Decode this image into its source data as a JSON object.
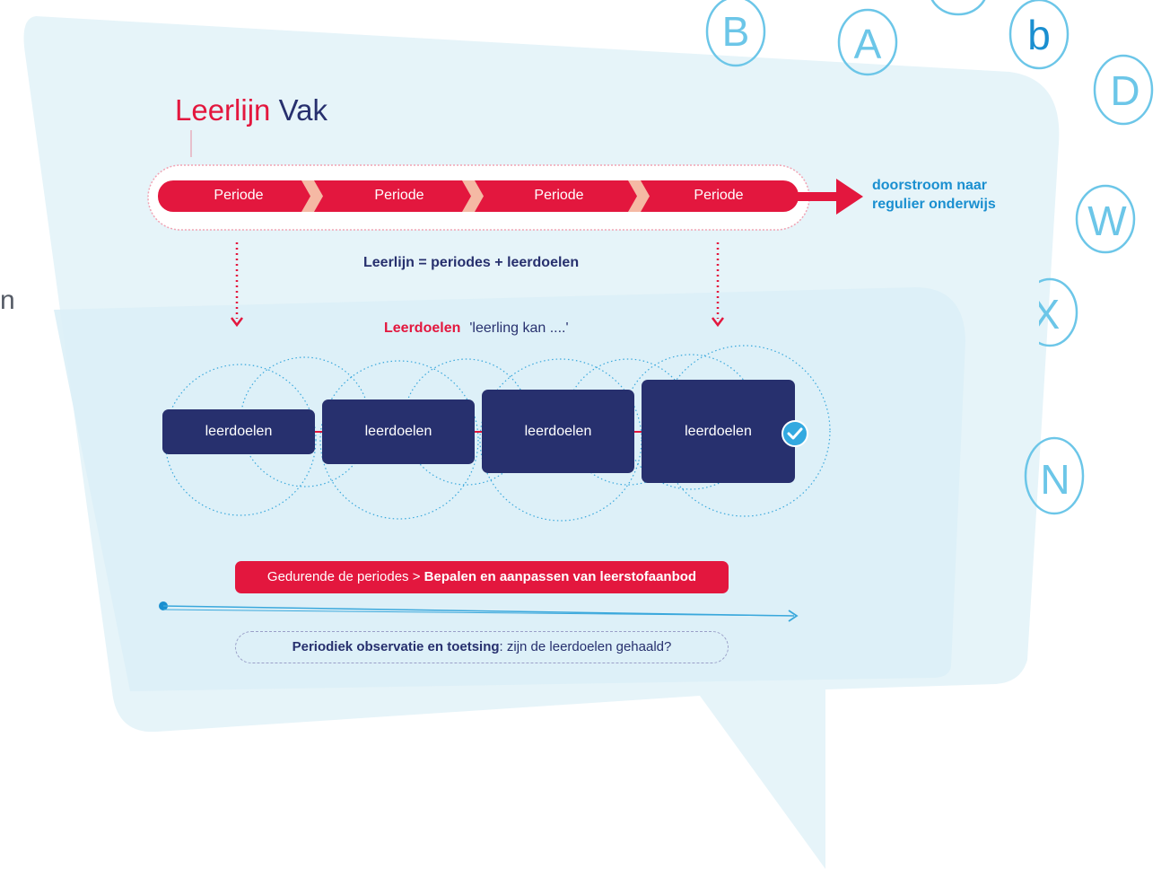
{
  "title": {
    "part1": "Leerlijn",
    "part2": "Vak"
  },
  "periods": [
    "Periode",
    "Periode",
    "Periode",
    "Periode"
  ],
  "outcome": {
    "line1": "doorstroom naar",
    "line2": "regulier onderwijs"
  },
  "formula": "Leerlijn = periodes + leerdoelen",
  "leerdoelen_caption": {
    "label": "Leerdoelen",
    "text": "'leerling kan ....'"
  },
  "goal_boxes": [
    "leerdoelen",
    "leerdoelen",
    "leerdoelen",
    "leerdoelen"
  ],
  "planning_bar": {
    "prefix": "Gedurende de periodes > ",
    "bold": "Bepalen en aanpassen van leerstofaanbod"
  },
  "observation": {
    "bold": "Periodiek observatie en toetsing",
    "rest": ": zijn de leerdoelen gehaald?"
  },
  "background_letters": [
    "B",
    "A",
    "b",
    "D",
    "W",
    "X",
    "N"
  ],
  "partial_text": "n",
  "colors": {
    "red": "#e3173e",
    "navy": "#27306e",
    "cyan": "#1a8fd0",
    "bubble": "#e6f4f9",
    "letter_circle": "#6cc6e8"
  }
}
